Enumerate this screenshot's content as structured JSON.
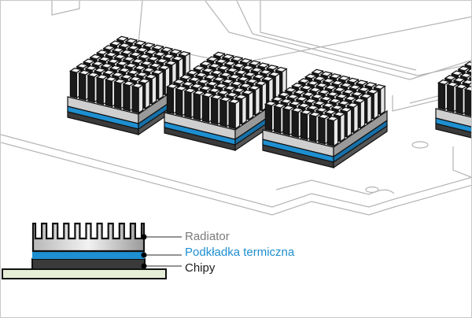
{
  "legend": {
    "radiator": {
      "label": "Radiator",
      "color": "#7a7a7a"
    },
    "pad": {
      "label": "Podkładka termiczna",
      "color": "#1e8fd0"
    },
    "chips": {
      "label": "Chipy",
      "color": "#1a1a1a"
    }
  },
  "colors": {
    "blue": "#1e8fd0",
    "chip": "#3a3a3a",
    "pcb": "#e6eed8",
    "outline": "#b4b4b4"
  }
}
